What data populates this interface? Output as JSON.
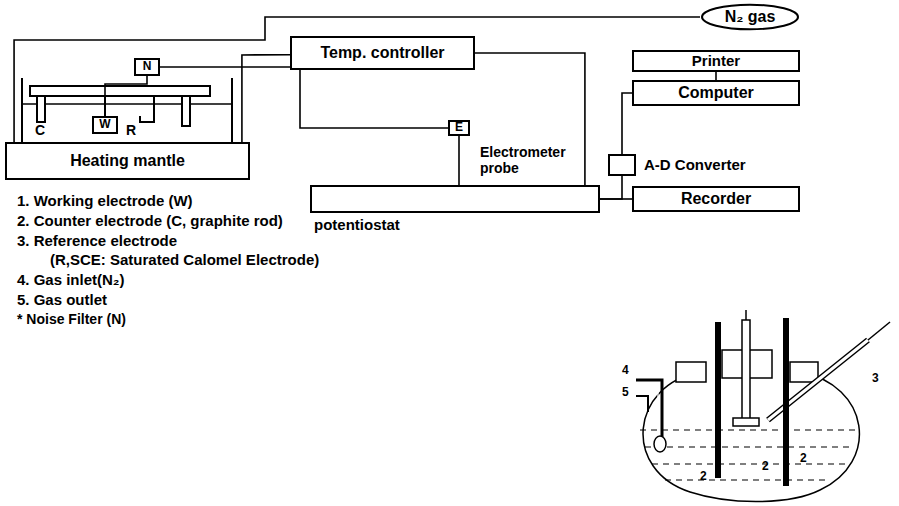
{
  "diagram": {
    "nodes": [
      {
        "text": [
          "N₂ gas"
        ]
      },
      {
        "text": [
          "Temp. controller"
        ]
      },
      {
        "text": [
          "Printer"
        ]
      },
      {
        "text": [
          "Computer"
        ]
      },
      {
        "text": [
          "E"
        ]
      },
      {
        "text": [
          "N"
        ]
      },
      {
        "text": [
          "A-D Converter"
        ]
      },
      {
        "text": [
          "W"
        ]
      },
      {
        "text": [
          "Recorder"
        ]
      },
      {
        "text": [
          "potentiostat"
        ]
      },
      {
        "text": [
          "Heating mantle"
        ]
      }
    ],
    "edges": [
      {
        "from": 0,
        "to": 10,
        "arrow": "none"
      },
      {
        "from": 1,
        "to": 10,
        "arrow": "none"
      },
      {
        "from": 1,
        "to": 9,
        "arrow": "none"
      },
      {
        "from": 4,
        "to": 9,
        "arrow": "none"
      },
      {
        "from": 4,
        "to": 5,
        "arrow": "none"
      },
      {
        "from": 5,
        "to": 7,
        "arrow": "none"
      },
      {
        "from": 9,
        "to": 8,
        "arrow": "none"
      },
      {
        "from": 6,
        "to": 9,
        "arrow": "none"
      },
      {
        "from": 3,
        "to": 6,
        "arrow": "none"
      },
      {
        "from": 2,
        "to": 3,
        "arrow": "none"
      }
    ],
    "labels": [
      "C",
      "R",
      "Electrometer probe",
      "1. Working electrode (W)",
      "2. Counter electrode (C, graphite rod)",
      "3. Reference electrode",
      "(R,SCE: Saturated Calomel Electrode)",
      "4. Gas inlet(N₂)",
      "5. Gas outlet",
      "* Noise Filter (N)",
      "4",
      "5",
      "3",
      "2",
      "2",
      "2"
    ]
  }
}
